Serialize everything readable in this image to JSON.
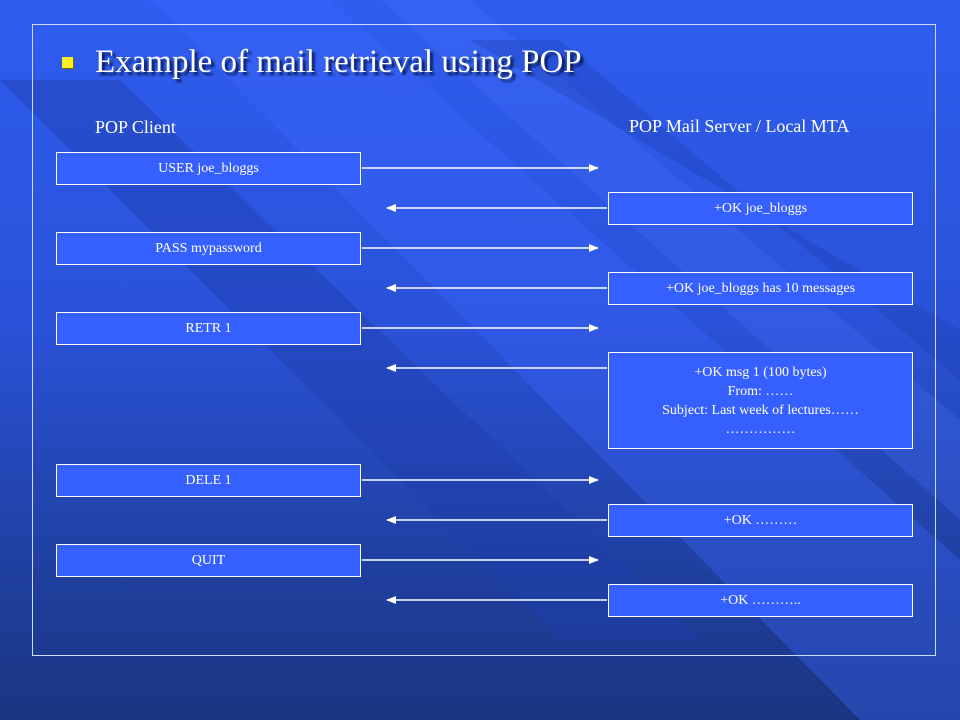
{
  "title": "Example of mail retrieval using POP",
  "client_label": "POP Client",
  "server_label": "POP Mail Server / Local MTA",
  "client_messages": [
    "USER joe_bloggs",
    "PASS mypassword",
    "RETR 1",
    "DELE 1",
    "QUIT"
  ],
  "server_messages": [
    [
      "+OK joe_bloggs"
    ],
    [
      "+OK joe_bloggs has 10 messages"
    ],
    [
      "+OK msg 1 (100 bytes)",
      "From: ……",
      "Subject: Last week of lectures……",
      "……………"
    ],
    [
      "+OK ………"
    ],
    [
      "+OK ……….."
    ]
  ],
  "colors": {
    "bullet": "#ffee22",
    "box_fill": "#3560ff",
    "line": "#ffffff"
  }
}
